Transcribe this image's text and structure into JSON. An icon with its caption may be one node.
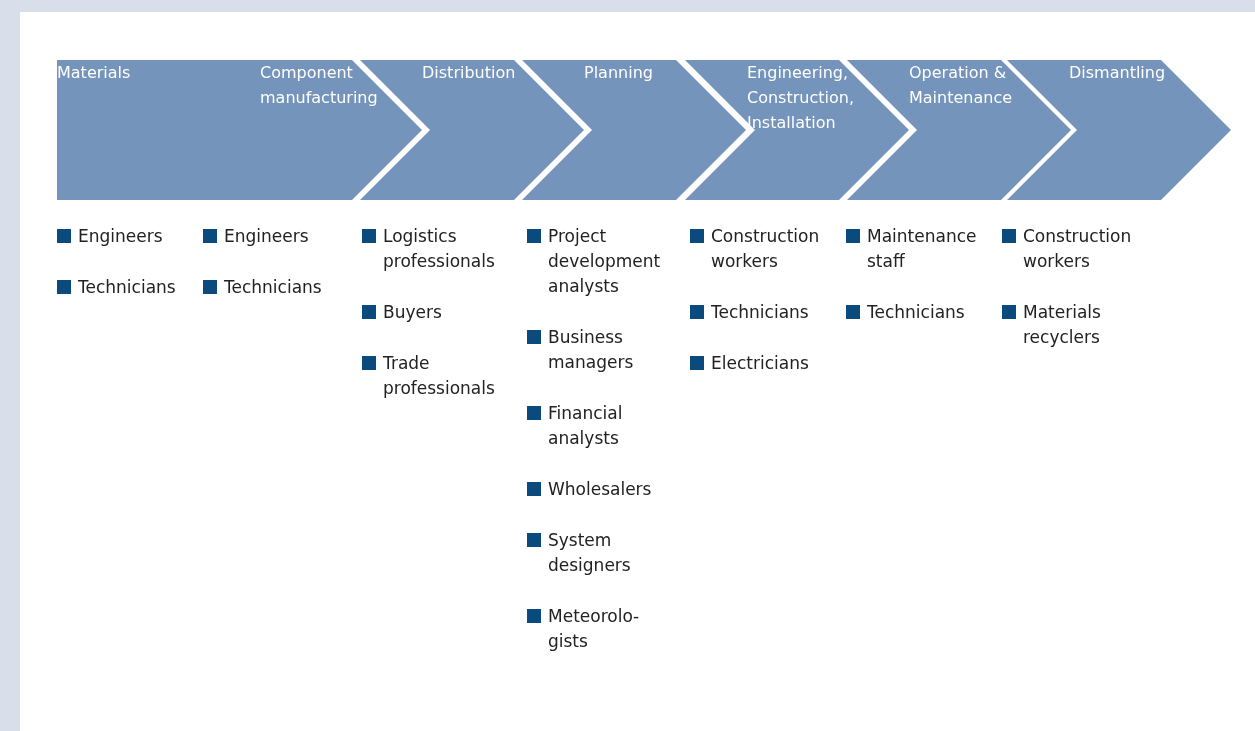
{
  "diagram": {
    "nodes": [
      {
        "text": [
          "Materials"
        ],
        "beside": [
          "Engineers",
          "Technicians"
        ]
      },
      {
        "text": [
          "Component manufacturing"
        ],
        "beside": [
          "Engineers",
          "Technicians"
        ]
      },
      {
        "text": [
          "Distribution"
        ],
        "beside": [
          "Logistics professionals",
          "Buyers",
          "Trade professionals"
        ]
      },
      {
        "text": [
          "Planning"
        ],
        "beside": [
          "Project development analysts",
          "Business managers",
          "Financial analysts",
          "Wholesalers",
          "System designers",
          "Meteorolo-gists"
        ]
      },
      {
        "text": [
          "Engineering, Construction, Installation"
        ],
        "beside": [
          "Construction workers",
          "Technicians",
          "Electricians"
        ]
      },
      {
        "text": [
          "Operation & Maintenance"
        ],
        "beside": [
          "Maintenance staff",
          "Technicians"
        ]
      },
      {
        "text": [
          "Dismantling"
        ],
        "beside": [
          "Construction workers",
          "Materials recyclers"
        ]
      }
    ]
  }
}
